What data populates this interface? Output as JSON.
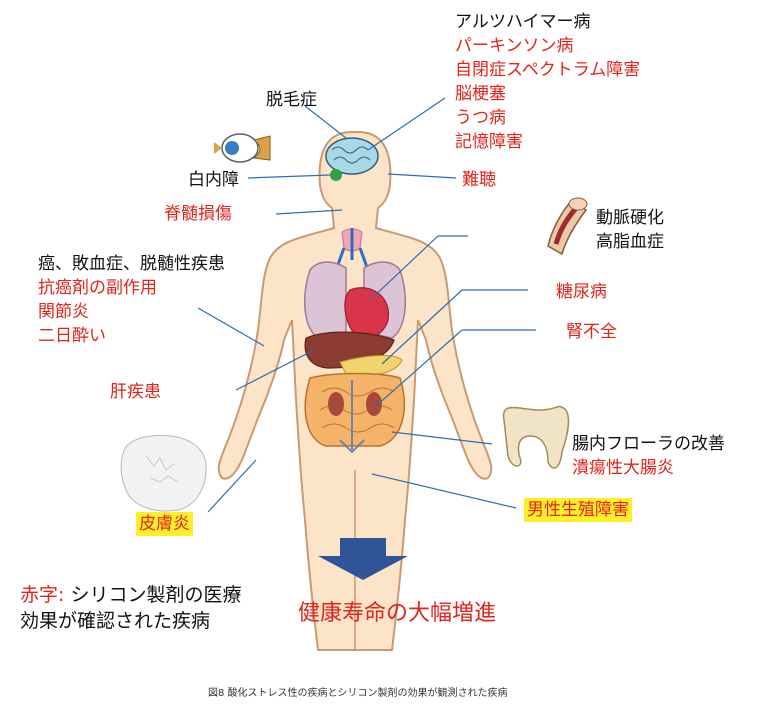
{
  "colors": {
    "skin": "#fbe4c8",
    "skin_stroke": "#c99a73",
    "disease_red": "#e0241b",
    "highlight": "#ffef2a",
    "leader_line": "#2d6fb0",
    "arrow": "#2f5497"
  },
  "labels": {
    "brain_list": [
      {
        "text": "アルツハイマー病",
        "color": "black"
      },
      {
        "text": "パーキンソン病",
        "color": "red"
      },
      {
        "text": "自閉症スペクトラム障害",
        "color": "red"
      },
      {
        "text": "脳梗塞",
        "color": "red"
      },
      {
        "text": "うつ病",
        "color": "red"
      },
      {
        "text": "記憶障害",
        "color": "red"
      }
    ],
    "hair_loss": "脱毛症",
    "cataract": "白内障",
    "hearing_loss": "難聴",
    "spinal_injury": "脊髄損傷",
    "artery_list": [
      "動脈硬化",
      "高脂血症"
    ],
    "cancer_list": [
      {
        "text": "癌、敗血症、脱髄性疾患",
        "color": "black"
      },
      {
        "text": "抗癌剤の副作用",
        "color": "red"
      },
      {
        "text": "関節炎",
        "color": "red"
      },
      {
        "text": "二日酔い",
        "color": "red"
      }
    ],
    "diabetes": "糖尿病",
    "kidney_failure": "腎不全",
    "liver_disease": "肝疾患",
    "gut_list": [
      {
        "text": "腸内フローラの改善",
        "color": "black"
      },
      {
        "text": "潰瘍性大腸炎",
        "color": "red"
      }
    ],
    "dermatitis": "皮膚炎",
    "male_reproductive": "男性生殖障害"
  },
  "legend": {
    "prefix": "赤字:",
    "line1_rest": " シリコン製剤の医療",
    "line2": "効果が確認された疾病"
  },
  "result": "健康寿命の大幅増進",
  "caption": "図8 酸化ストレス性の疾病とシリコン製剤の効果が観測された疾病",
  "icons": [
    "eye-icon",
    "artery-icon",
    "intestine-icon",
    "skin-icon",
    "down-arrow-icon"
  ]
}
